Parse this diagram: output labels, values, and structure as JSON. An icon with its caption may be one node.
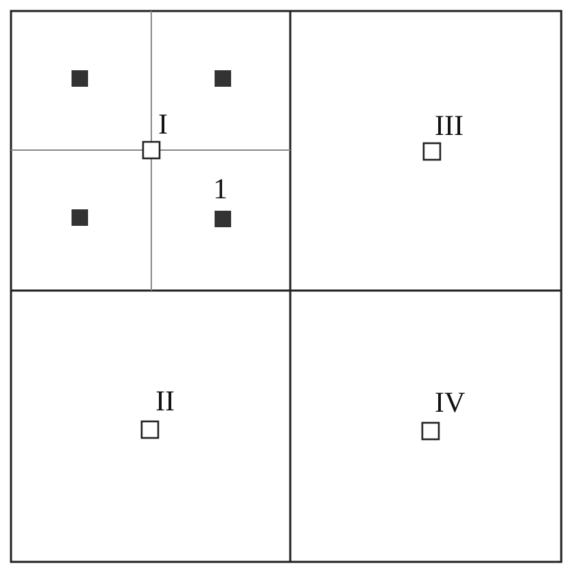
{
  "diagram": {
    "labels": [
      "I",
      "III",
      "1",
      "II",
      "IV"
    ]
  }
}
